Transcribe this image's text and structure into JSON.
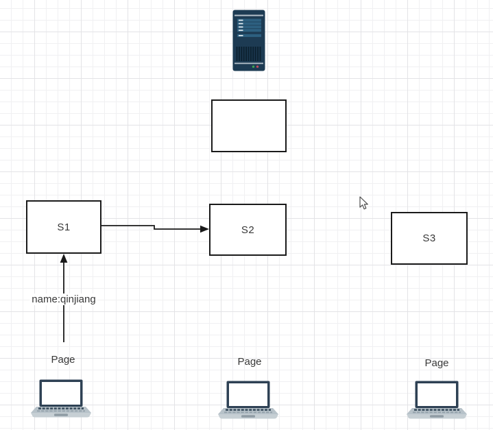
{
  "app": {
    "name": "diagram-canvas"
  },
  "shapes": {
    "server": {
      "icon": "server-icon"
    },
    "empty_box": {
      "label": ""
    },
    "s1": {
      "label": "S1"
    },
    "s2": {
      "label": "S2"
    },
    "s3": {
      "label": "S3"
    }
  },
  "edges": {
    "s1_to_s2": {
      "label": ""
    },
    "page_to_s1": {
      "label": "name:qinjiang"
    }
  },
  "clients": [
    {
      "label": "Page",
      "icon": "laptop-icon"
    },
    {
      "label": "Page",
      "icon": "laptop-icon"
    },
    {
      "label": "Page",
      "icon": "laptop-icon"
    }
  ],
  "cursor": {
    "icon": "mouse-cursor"
  },
  "colors": {
    "shape_border": "#1a1a1a",
    "edge_stroke": "#1a1a1a",
    "label_text": "#383838",
    "grid_minor": "#f0f0f2",
    "grid_major": "#e3e3e6",
    "server_body": "#1d3b53",
    "server_bay": "#2d6080",
    "server_bay_dash": "#e3eaef",
    "server_stripe": "#c9d2d8",
    "server_vent": "#0c2130",
    "led_green": "#3da452",
    "led_red": "#c04b5e",
    "laptop_bezel": "#2e4154",
    "laptop_screen": "#ffffff",
    "laptop_base": "#b7c2c9",
    "laptop_lip": "#c6cfd4",
    "laptop_key": "#3e5161",
    "laptop_trackpad": "#8f9ca4"
  }
}
